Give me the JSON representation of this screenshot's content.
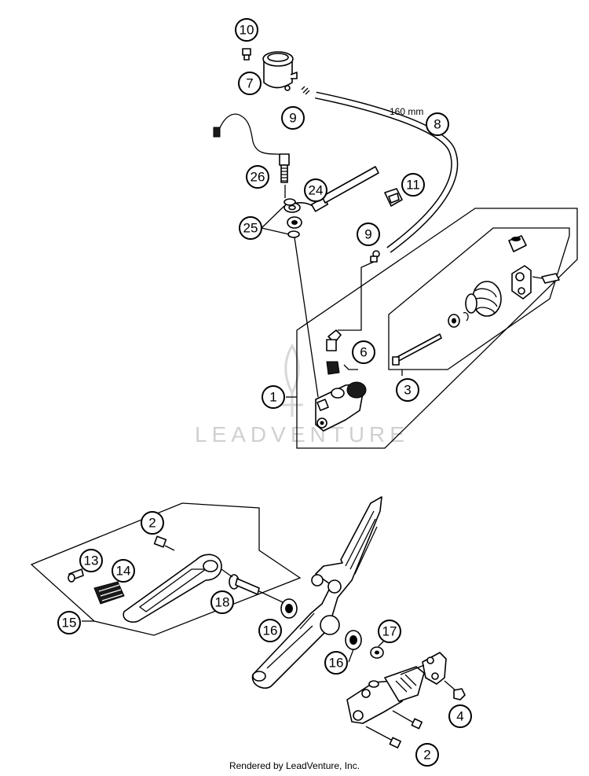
{
  "callouts": {
    "c1": "1",
    "c2a": "2",
    "c2b": "2",
    "c3": "3",
    "c4": "4",
    "c6": "6",
    "c7": "7",
    "c8": "8",
    "c9a": "9",
    "c9b": "9",
    "c10": "10",
    "c11": "11",
    "c13": "13",
    "c14": "14",
    "c15": "15",
    "c16a": "16",
    "c16b": "16",
    "c17": "17",
    "c18": "18",
    "c24": "24",
    "c25": "25",
    "c26": "26"
  },
  "hose_length_label": "160 mm",
  "watermark": "LEADVENTURE",
  "footer": "Rendered by LeadVenture, Inc."
}
